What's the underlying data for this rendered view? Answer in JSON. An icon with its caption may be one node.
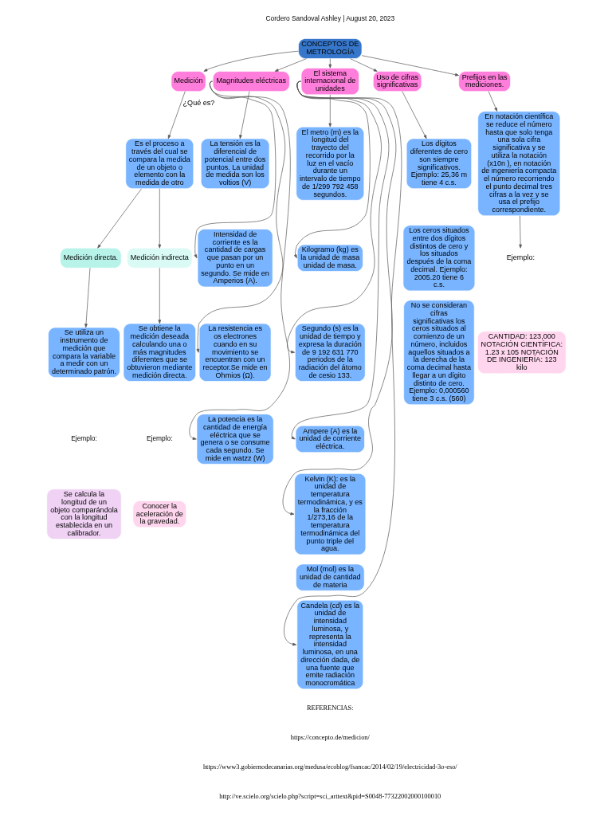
{
  "diagram": {
    "nodes": [
      {
        "text": [
          "CONCEPTOS DE METROLOGÍA"
        ]
      },
      {
        "text": [
          "Medición"
        ]
      },
      {
        "text": [
          "Magnitudes eléctricas"
        ]
      },
      {
        "text": [
          "El sistema internacional de unidades"
        ]
      },
      {
        "text": [
          "Uso de cifras significativas"
        ]
      },
      {
        "text": [
          "Prefijos en las mediciones."
        ]
      },
      {
        "text": [
          "Es el proceso a través del cual se compara la medida de un objeto o elemento con la medida de otro"
        ]
      },
      {
        "text": [
          "Medición directa."
        ]
      },
      {
        "text": [
          "Medición indirecta"
        ]
      },
      {
        "text": [
          "Se utiliza un instrumento de medición que compara la variable a medir con un determinado patrón."
        ]
      },
      {
        "text": [
          "Se obtiene la medición deseada calculando una o más magnitudes diferentes que se obtuvieron mediante medición directa."
        ]
      },
      {
        "text": [
          "Se calcula la longitud de un objeto comparándola con la longitud establecida en un calibrador."
        ]
      },
      {
        "text": [
          "Conocer la aceleración de la gravedad."
        ]
      },
      {
        "text": [
          "La tensión es la diferencial de potencial entre dos puntos. La unidad de medida son los voltios (V)"
        ]
      },
      {
        "text": [
          "Intensidad de corriente es la cantidad de cargas que pasan por un punto en un segundo. Se mide en Amperios (A)."
        ]
      },
      {
        "text": [
          "La resistencia es os electrones cuando en su movimiento se encuentran con un receptor.Se mide en Ohmios (Ω)."
        ]
      },
      {
        "text": [
          "La potencia es la cantidad de energía eléctrica que se genera o se consume cada segundo. Se mide en watzz (W)"
        ]
      },
      {
        "text": [
          "El metro (m) es la longitud del trayecto del recorrido por la luz en el vacío durante un intervalo de tiempo de 1/299 792 458 segundos."
        ]
      },
      {
        "text": [
          "Kilogramo (kg) es la unidad de masa unidad de masa."
        ]
      },
      {
        "text": [
          "Segundo (s) es la unidad de tiempo y expresa la duración de 9 192 631 770 periodos de la radiación del átomo de cesio 133."
        ]
      },
      {
        "text": [
          "Ampere (A) es la unidad de corriente eléctrica."
        ]
      },
      {
        "text": [
          "Kelvin (K): es la unidad de temperatura termodinámica, y es la fracción 1/273,16 de la temperatura termodinámica del punto triple del agua."
        ]
      },
      {
        "text": [
          "Mol (mol) es la unidad de cantidad de materia"
        ]
      },
      {
        "text": [
          "Candela (cd) es la unidad de intensidad luminosa, y representa la intensidad luminosa, en una dirección dada, de una fuente que emite radiación monocromática"
        ]
      },
      {
        "text": [
          "Los dígitos diferentes de cero son siempre significativos. Ejemplo: 25,36 m tiene 4 c.s."
        ]
      },
      {
        "text": [
          "Los ceros situados entre dos dígitos distintos de cero y los situados después de la coma decimal. Ejemplo: 2005.20 tiene 6 c.s."
        ]
      },
      {
        "text": [
          "No se consideran cifras significativas los ceros situados al comienzo de un número, incluidos aquellos situados a la derecha de la coma decimal hasta llegar a un dígito distinto de cero. Ejemplo: 0,000560 tiene 3 c.s. (560)"
        ]
      },
      {
        "text": [
          "En notación científica se reduce el número hasta que solo tenga una sola cifra significativa y se utiliza la notación (x10n ), en notación de ingeniería compacta el número recorriendo el punto decimal tres cifras a la vez y se usa el prefijo correspondiente."
        ]
      },
      {
        "text": [
          "Ejemplo:"
        ]
      },
      {
        "text": [
          "CANTIDAD: 123,000 NOTACIÓN CIENTÍFICA: 1.23 x 105 NOTACIÓN DE INGENIERÍA: 123 kilo"
        ]
      }
    ],
    "edges": [
      {
        "from": 0,
        "to": 1,
        "arrow": "to"
      },
      {
        "from": 0,
        "to": 2,
        "arrow": "to"
      },
      {
        "from": 0,
        "to": 3,
        "arrow": "to"
      },
      {
        "from": 0,
        "to": 4,
        "arrow": "to"
      },
      {
        "from": 0,
        "to": 5,
        "arrow": "to"
      },
      {
        "from": 1,
        "to": 6,
        "arrow": "to",
        "label": "¿Qué es?"
      },
      {
        "from": 6,
        "to": 7,
        "arrow": "to"
      },
      {
        "from": 6,
        "to": 8,
        "arrow": "to"
      },
      {
        "from": 7,
        "to": 9,
        "arrow": "to"
      },
      {
        "from": 8,
        "to": 10,
        "arrow": "to"
      },
      {
        "from": 2,
        "to": 13,
        "arrow": "to"
      },
      {
        "from": 2,
        "to": 14,
        "arrow": "to"
      },
      {
        "from": 2,
        "to": 15,
        "arrow": "to"
      },
      {
        "from": 2,
        "to": 16,
        "arrow": "to"
      },
      {
        "from": 3,
        "to": 17,
        "arrow": "to"
      },
      {
        "from": 3,
        "to": 18,
        "arrow": "to"
      },
      {
        "from": 3,
        "to": 19,
        "arrow": "to"
      },
      {
        "from": 3,
        "to": 20,
        "arrow": "to"
      },
      {
        "from": 3,
        "to": 21,
        "arrow": "to"
      },
      {
        "from": 3,
        "to": 23,
        "arrow": "to"
      },
      {
        "from": 4,
        "to": 24,
        "arrow": "to"
      },
      {
        "from": 5,
        "to": 27,
        "arrow": "to"
      },
      {
        "from": 27,
        "to": 28,
        "arrow": "to"
      }
    ],
    "labels": [
      "Cordero Sandoval Ashley | August 20, 2023",
      "Ejemplo:",
      "Ejemplo:",
      "REFERENCIAS:",
      "https://concepto.de/medicion/",
      "https://www3.gobiernodecanarias.org/medusa/ecoblog/fsancac/2014/02/19/electricidad-3o-eso/",
      "http://ve.scielo.org/scielo.php?script=sci_arttext&pid=S0048-77322002000100010"
    ]
  }
}
